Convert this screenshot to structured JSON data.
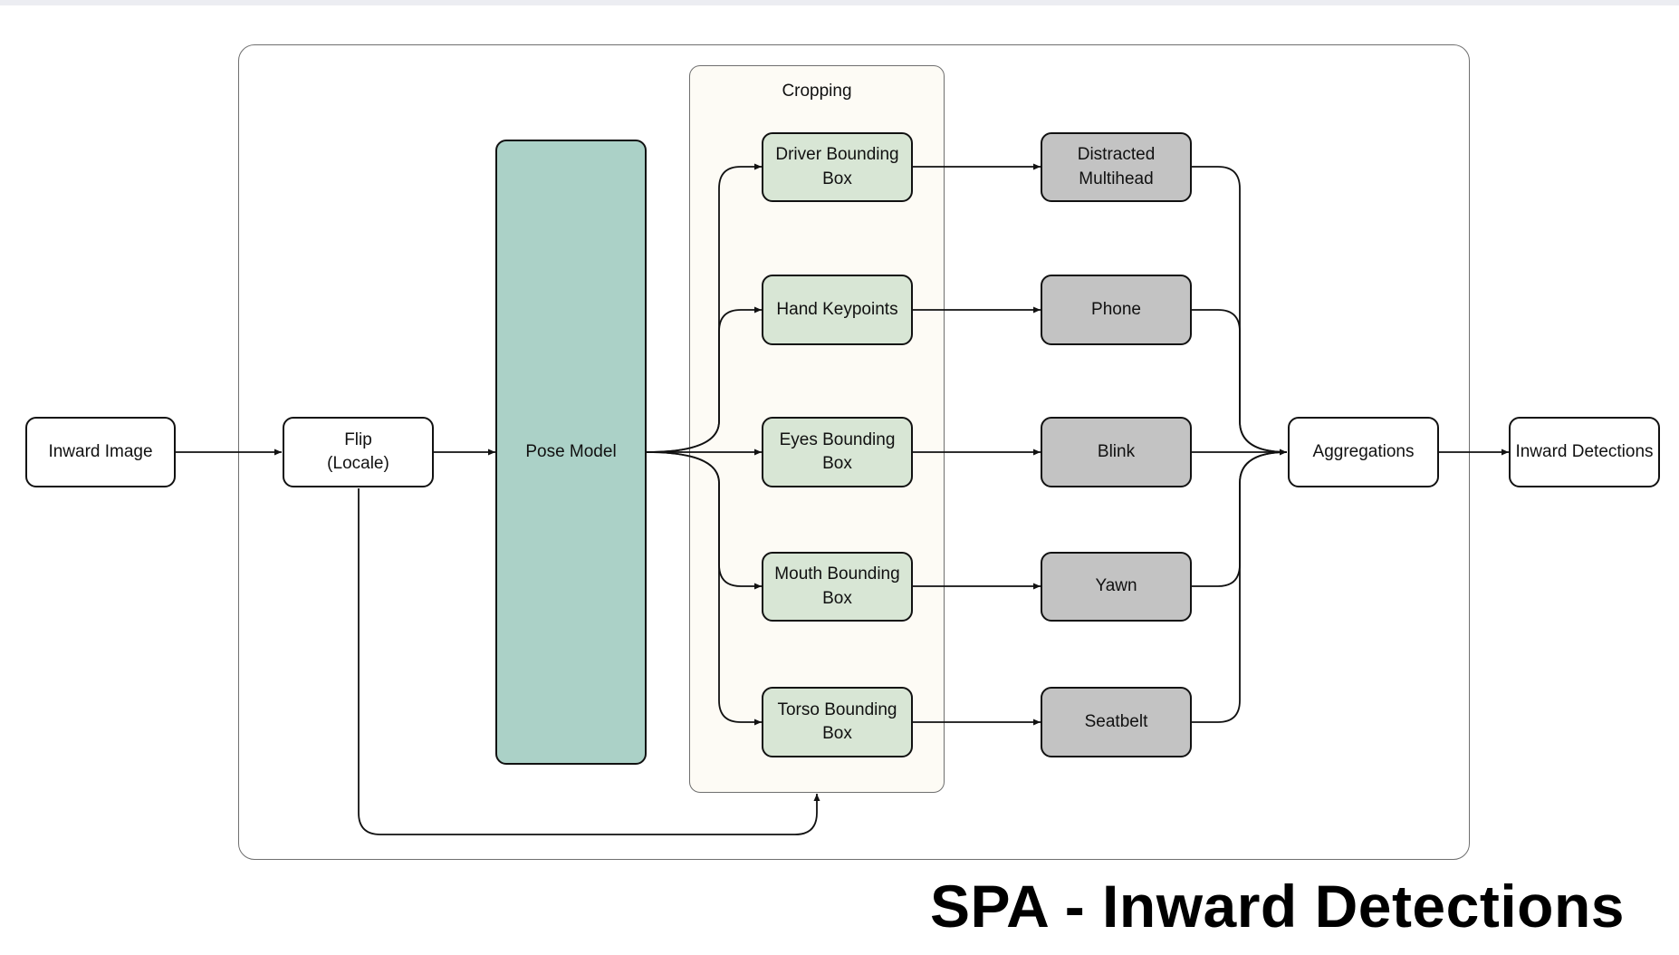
{
  "nodes": {
    "inward_image": "Inward Image",
    "flip_line1": "Flip",
    "flip_line2": "(Locale)",
    "pose_model": "Pose Model",
    "cropping_group": "Cropping",
    "driver_box_line1": "Driver Bounding",
    "driver_box_line2": "Box",
    "hand_keypoints": "Hand Keypoints",
    "eyes_box": "Eyes Bounding Box",
    "mouth_box_line1": "Mouth Bounding",
    "mouth_box_line2": "Box",
    "torso_box_line1": "Torso Bounding",
    "torso_box_line2": "Box",
    "distracted_line1": "Distracted",
    "distracted_line2": "Multihead",
    "phone": "Phone",
    "blink": "Blink",
    "yawn": "Yawn",
    "seatbelt": "Seatbelt",
    "aggregations": "Aggregations",
    "inward_detections": "Inward Detections"
  },
  "caption": "SPA - Inward Detections",
  "colors": {
    "crop_fill": "#d8e6d5",
    "model_fill": "#c3c3c3",
    "pose_fill": "#abd1c7",
    "group_fill": "#fdfbf5"
  }
}
